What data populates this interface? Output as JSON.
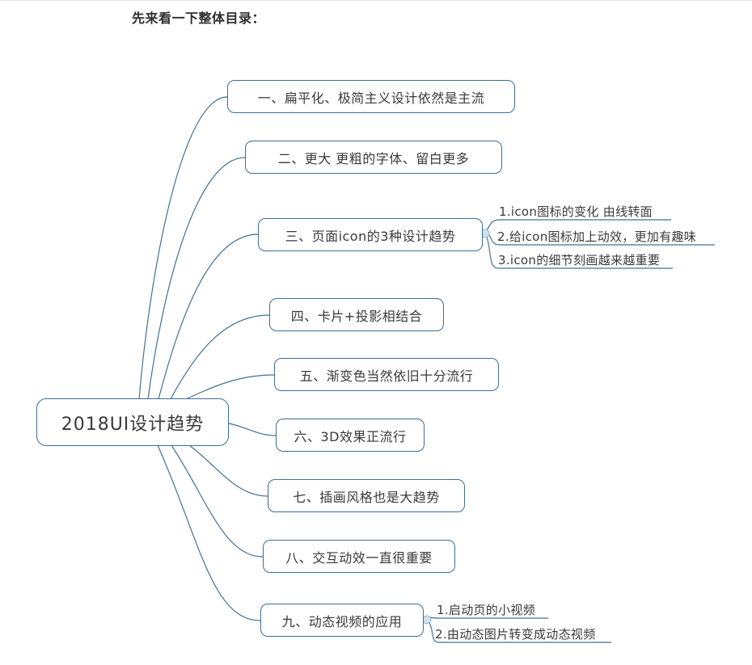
{
  "page": {
    "header": "先来看一下整体目录："
  },
  "mindmap": {
    "root": "2018UI设计趋势",
    "branches": [
      {
        "label": "一、扁平化、极简主义设计依然是主流",
        "children": []
      },
      {
        "label": "二、更大 更粗的字体、留白更多",
        "children": []
      },
      {
        "label": "三、页面icon的3种设计趋势",
        "children": [
          "1.icon图标的变化 由线转面",
          "2.给icon图标加上动效，更加有趣味",
          "3.icon的细节刻画越来越重要"
        ]
      },
      {
        "label": "四、卡片+投影相结合",
        "children": []
      },
      {
        "label": "五、渐变色当然依旧十分流行",
        "children": []
      },
      {
        "label": "六、3D效果正流行",
        "children": []
      },
      {
        "label": "七、插画风格也是大趋势",
        "children": []
      },
      {
        "label": "八、交互动效一直很重要",
        "children": []
      },
      {
        "label": "九、动态视频的应用",
        "children": [
          "1.启动页的小视频",
          "2.由动态图片转变成动态视频"
        ]
      }
    ],
    "colors": {
      "line": "#44718f",
      "border": "#3f6d94",
      "text": "#3a3a3a",
      "connector_fill": "#cfe0ee",
      "connector_stroke": "#93b7d4",
      "background": "#ffffff"
    }
  }
}
